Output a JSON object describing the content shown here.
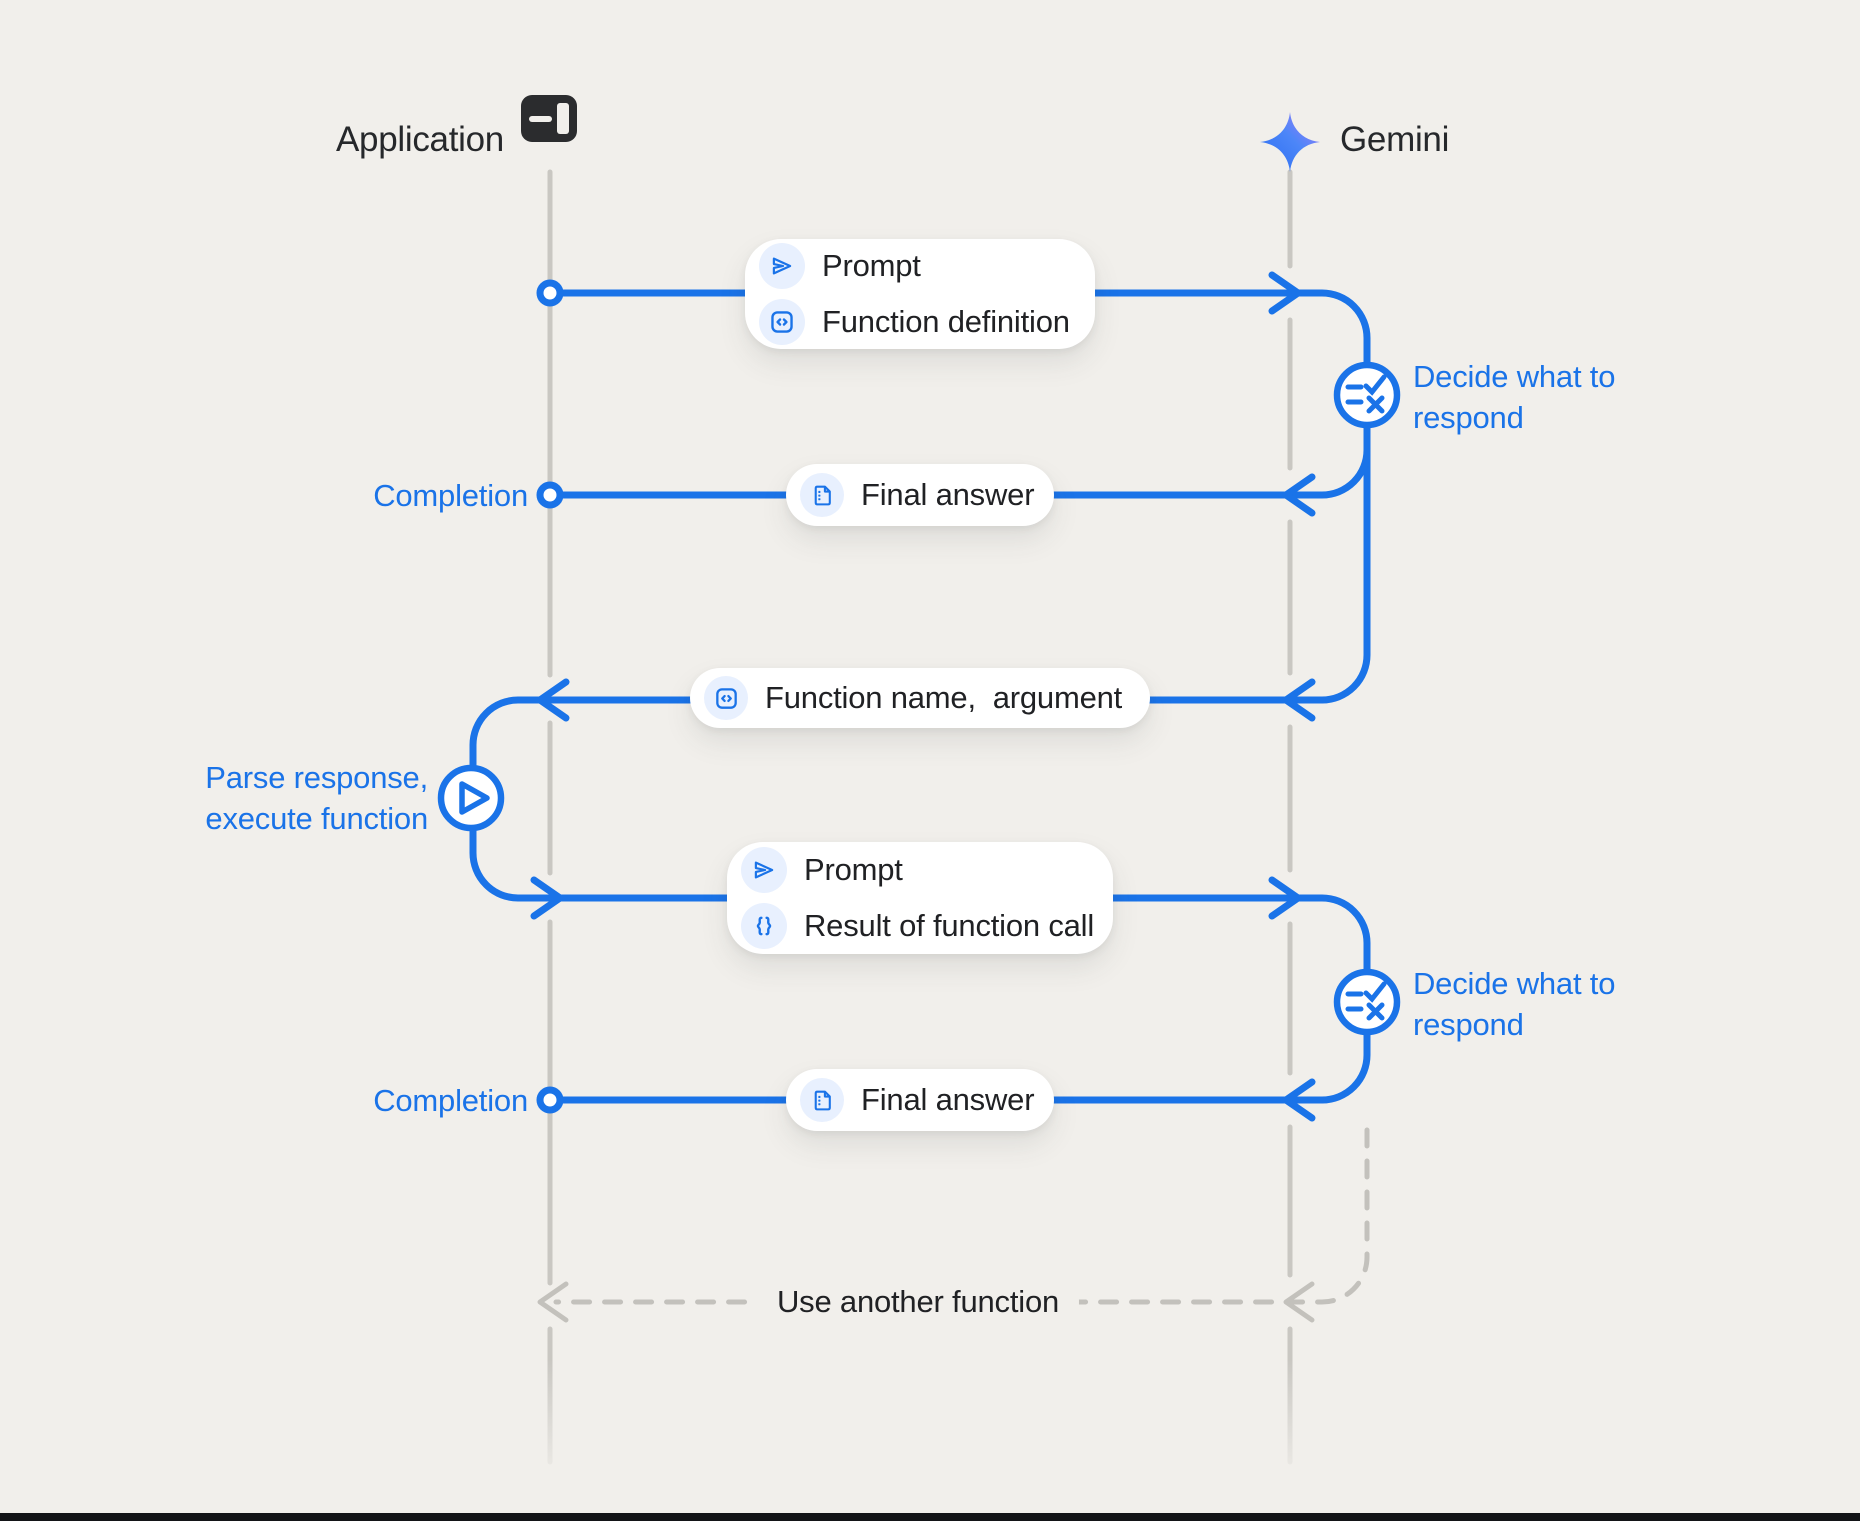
{
  "page": {
    "background": "#f1efeb"
  },
  "colors": {
    "accent_blue": "#1a73e8",
    "text_dark": "#202124",
    "lifeline_gray": "#c9c7c2",
    "icon_chip_bg": "#e8f0fe",
    "gemini_gradient_start": "#2e6ff2",
    "gemini_gradient_end": "#9c7df8"
  },
  "actors": {
    "application": {
      "label": "Application",
      "icon": "app-window-icon"
    },
    "gemini": {
      "label": "Gemini",
      "icon": "gemini-spark-icon"
    }
  },
  "boxes": {
    "prompt1": {
      "rows": [
        {
          "icon": "send-icon",
          "label": "Prompt"
        },
        {
          "icon": "code-box-icon",
          "label": "Function definition"
        }
      ]
    },
    "final_answer_1": {
      "icon": "document-icon",
      "label": "Final answer"
    },
    "function_call": {
      "icon": "code-box-icon",
      "label": "Function name,  argument"
    },
    "prompt2": {
      "rows": [
        {
          "icon": "send-icon",
          "label": "Prompt"
        },
        {
          "icon": "braces-icon",
          "label": "Result of function call"
        }
      ]
    },
    "final_answer_2": {
      "icon": "document-icon",
      "label": "Final answer"
    }
  },
  "labels": {
    "completion_1": "Completion",
    "completion_2": "Completion",
    "decide_1": "Decide what to respond",
    "decide_2": "Decide what to respond",
    "parse_execute": "Parse response, execute function",
    "use_another_function": "Use another function"
  }
}
